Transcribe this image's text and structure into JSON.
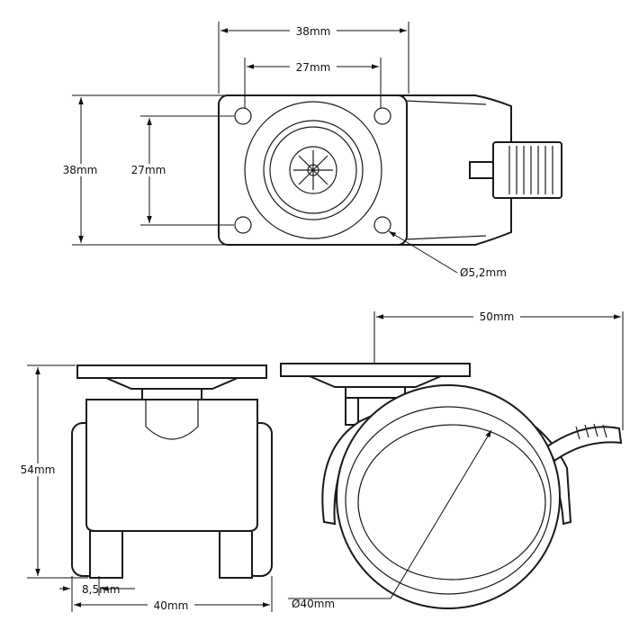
{
  "colors": {
    "line": "#1a1a1a",
    "background": "#ffffff"
  },
  "top_view": {
    "width_outer": "38mm",
    "hole_spacing_x": "27mm",
    "height_outer": "38mm",
    "hole_spacing_y": "27mm",
    "hole_diameter": "Ø5,2mm"
  },
  "front_view": {
    "height": "54mm",
    "wheel_width": "8,5mm",
    "overall_width": "40mm"
  },
  "side_view": {
    "overall_length": "50mm",
    "wheel_diameter": "Ø40mm"
  }
}
